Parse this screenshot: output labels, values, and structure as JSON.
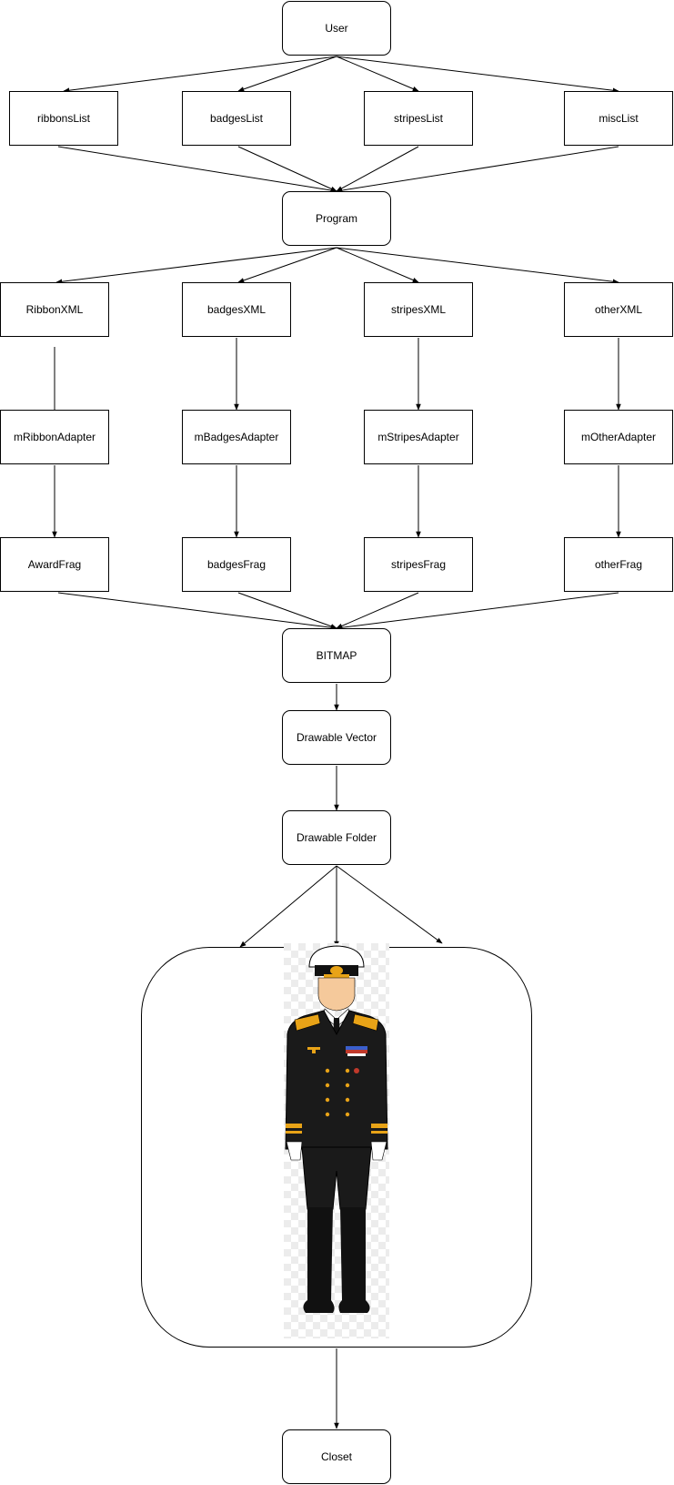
{
  "nodes": {
    "user": "User",
    "ribbonsList": "ribbonsList",
    "badgesList": "badgesList",
    "stripesList": "stripesList",
    "miscList": "miscList",
    "program": "Program",
    "ribbonXML": "RibbonXML",
    "badgesXML": "badgesXML",
    "stripesXML": "stripesXML",
    "otherXML": "otherXML",
    "mRibbonAdapter": "mRibbonAdapter",
    "mBadgesAdapter": "mBadgesAdapter",
    "mStripesAdapter": "mStripesAdapter",
    "mOtherAdapter": "mOtherAdapter",
    "awardFrag": "AwardFrag",
    "badgesFrag": "badgesFrag",
    "stripesFrag": "stripesFrag",
    "otherFrag": "otherFrag",
    "bitmap": "BITMAP",
    "drawableVector": "Drawable Vector",
    "drawableFolder": "Drawable Folder",
    "closet": "Closet"
  },
  "colors": {
    "stroke": "#000000",
    "uniform": "#1a1a1a",
    "gold": "#e8a317",
    "skin": "#f5c99b"
  },
  "image": {
    "icon": "naval-officer-uniform-illustration"
  }
}
